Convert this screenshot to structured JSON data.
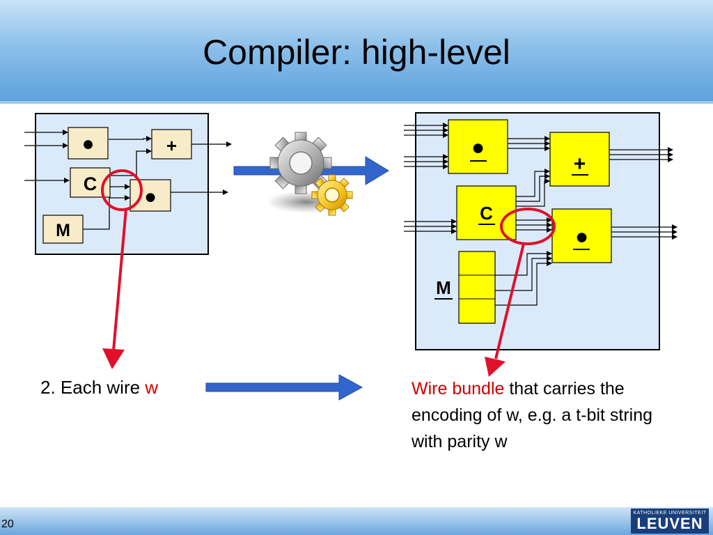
{
  "slide": {
    "title": "Compiler: high-level",
    "page_number": "20"
  },
  "left_circuit": {
    "gates": {
      "mult_top": "●",
      "add": "+",
      "const": "C",
      "mult_bottom": "●",
      "memory": "M"
    }
  },
  "right_circuit": {
    "gates": {
      "mult_top": "●",
      "add": "+",
      "const": "C",
      "mult_bottom": "●",
      "memory": "M"
    }
  },
  "captions": {
    "left_prefix": "2. Each wire ",
    "left_var": "w",
    "right_highlight": "Wire bundle",
    "right_rest": " that carries the encoding of w, e.g. a t-bit string with parity w"
  },
  "logo": {
    "small": "KATHOLIEKE UNIVERSITEIT",
    "big": "LEUVEN"
  },
  "colors": {
    "panel_fill": "#dbeafa",
    "small_gate_fill": "#f8ecc8",
    "big_gate_fill": "#ffff00",
    "highlight_red": "#e0102a",
    "arrow_blue": "#3366cc"
  }
}
